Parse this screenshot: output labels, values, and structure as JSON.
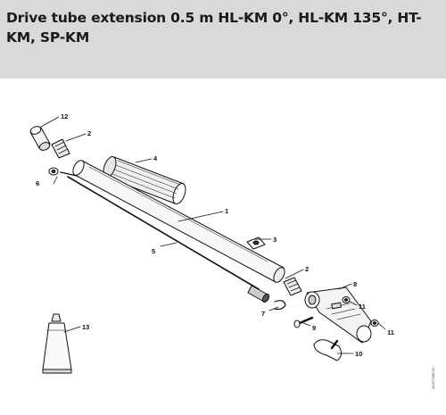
{
  "title": "Drive tube extension 0.5 m HL-KM 0°, HL-KM 135°, HT-KM, SP-KM",
  "parts": {
    "p1": "1",
    "p2a": "2",
    "p2b": "2",
    "p3": "3",
    "p4": "4",
    "p5": "5",
    "p6": "6",
    "p7": "7",
    "p8": "8",
    "p9": "9",
    "p10": "10",
    "p11a": "11",
    "p11b": "11",
    "p12": "12",
    "p13": "13"
  },
  "drawing_code": "4137T168 SC"
}
